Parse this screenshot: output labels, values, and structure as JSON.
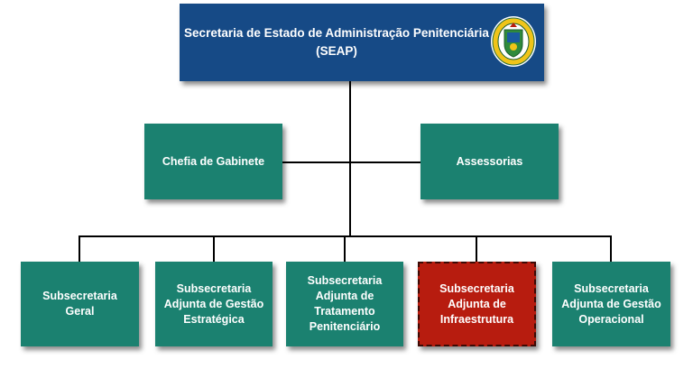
{
  "top": {
    "title": "Secretaria de Estado de Administração Penitenciária",
    "subtitle": "(SEAP)"
  },
  "staff": [
    {
      "label": "Chefia de Gabinete"
    },
    {
      "label": "Assessorias"
    }
  ],
  "subsecretarias": [
    {
      "label": "Subsecretaria Geral"
    },
    {
      "label": "Subsecretaria Adjunta de Gestão Estratégica"
    },
    {
      "label": "Subsecretaria Adjunta de Tratamento Penitenciário"
    },
    {
      "label": "Subsecretaria Adjunta de Infraestrutura"
    },
    {
      "label": "Subsecretaria Adjunta de Gestão Operacional"
    }
  ],
  "colors": {
    "top_box": "#164a86",
    "unit_box": "#1b8170",
    "highlight_box": "#b71c0f",
    "connector": "#000000"
  },
  "icons": {
    "seal": "seal-icon"
  }
}
